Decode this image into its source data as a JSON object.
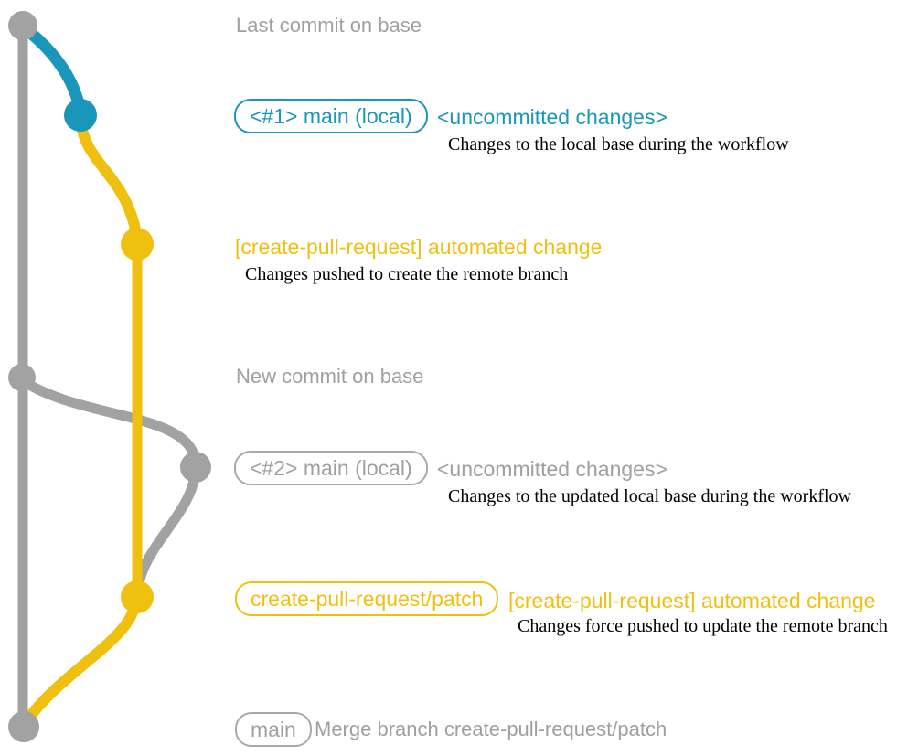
{
  "colors": {
    "gray": "#a2a2a2",
    "blue": "#1897ba",
    "yellow": "#f0c011",
    "note_text": "#000000"
  },
  "captions": {
    "last_commit_on_base": "Last commit on base",
    "new_commit_on_base": "New commit on base"
  },
  "main_local_1": {
    "badge": "<#1> main (local)",
    "status": "<uncommitted changes>",
    "note": "Changes to the local base during the workflow"
  },
  "automated_change_1": {
    "title": "[create-pull-request] automated change",
    "note": "Changes pushed to create the remote branch"
  },
  "main_local_2": {
    "badge": "<#2> main (local)",
    "status": "<uncommitted changes>",
    "note": "Changes to the updated local base during the workflow"
  },
  "automated_change_2": {
    "badge": "create-pull-request/patch",
    "title": "[create-pull-request] automated change",
    "note": "Changes force pushed to update the remote branch"
  },
  "merge": {
    "badge": "main",
    "message": "Merge branch create-pull-request/patch"
  }
}
